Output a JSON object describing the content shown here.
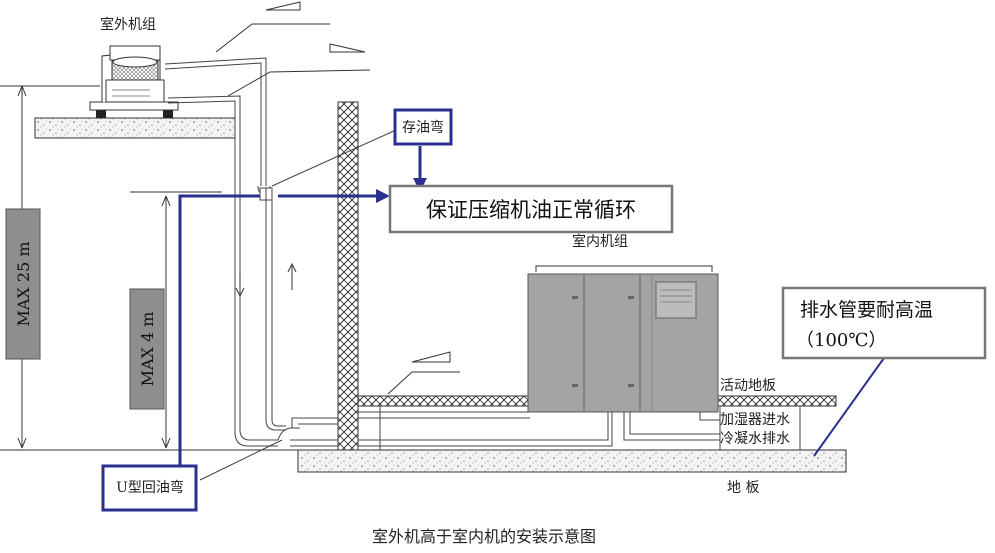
{
  "labels": {
    "outdoor_unit": "室外机组",
    "oil_trap": "存油弯",
    "oil_trap_purpose": "保证压缩机油正常循环",
    "indoor_unit": "室内机组",
    "drain_pipe_note_line1": "排水管要耐高温",
    "drain_pipe_note_line2": "（100℃）",
    "raised_floor": "活动地板",
    "humidifier_inlet": "加湿器进水",
    "condensate_drain": "冷凝水排水",
    "floor": "地 板",
    "u_trap": "U型回油弯",
    "max_height_25": "MAX 25 m",
    "max_height_4": "MAX 4 m",
    "caption": "室外机高于室内机的安装示意图"
  },
  "colors": {
    "accent_blue": "#2b2f8f",
    "panel_gray": "#8e8e8e",
    "unit_gray": "#a4a4a4",
    "line": "#333333"
  }
}
